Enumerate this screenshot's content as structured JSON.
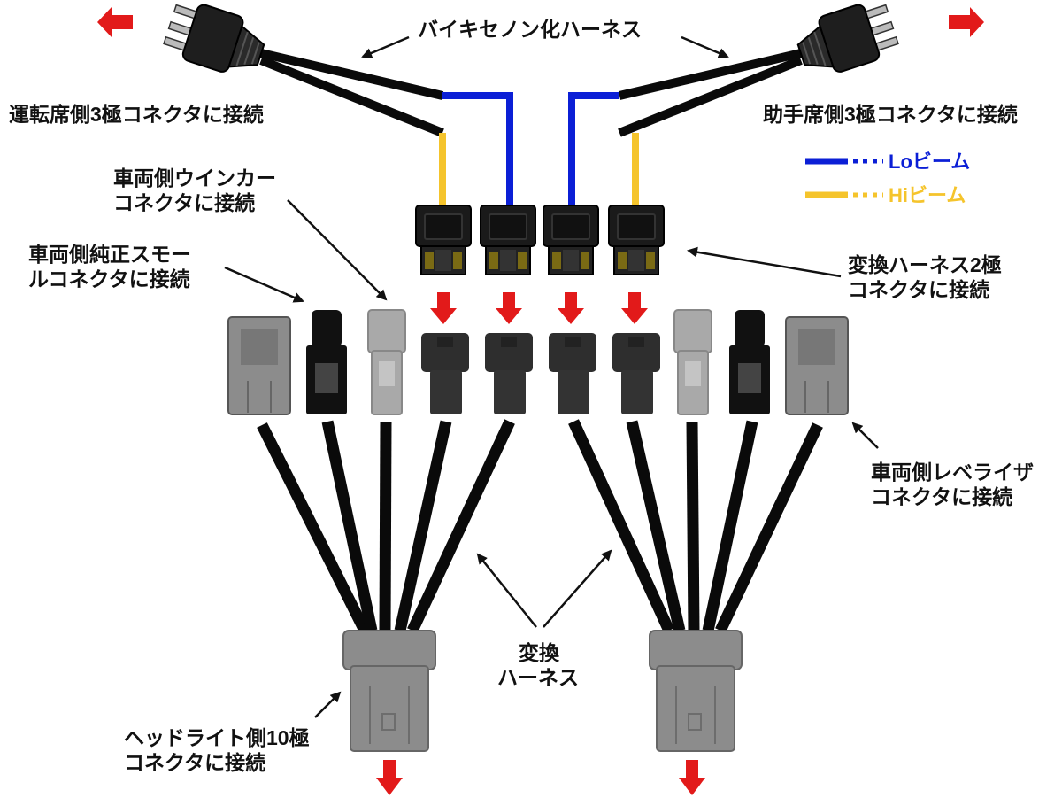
{
  "title": "バイキセノン化ハーネス",
  "labels": {
    "driver_side": "運転席側3極コネクタに接続",
    "passenger_side": "助手席側3極コネクタに接続",
    "winker_line1": "車両側ウインカー",
    "winker_line2": "コネクタに接続",
    "small_line1": "車両側純正スモー",
    "small_line2": "ルコネクタに接続",
    "conv2_line1": "変換ハーネス2極",
    "conv2_line2": "コネクタに接続",
    "leveler_line1": "車両側レベライザ",
    "leveler_line2": "コネクタに接続",
    "harness_line1": "変換",
    "harness_line2": "ハーネス",
    "headlight_line1": "ヘッドライト側10極",
    "headlight_line2": "コネクタに接続"
  },
  "legend": {
    "lo": {
      "label": "Loビーム",
      "color": "#0b1fd6"
    },
    "hi": {
      "label": "Hiビーム",
      "color": "#f5c42c"
    }
  },
  "colors": {
    "arrow_red": "#e21a1a",
    "wire_black": "#0a0a0a",
    "connector_dark": "#2e2e2e",
    "connector_gray": "#8c8c8c",
    "connector_light": "#a9a9a9",
    "connector_black": "#111111"
  }
}
